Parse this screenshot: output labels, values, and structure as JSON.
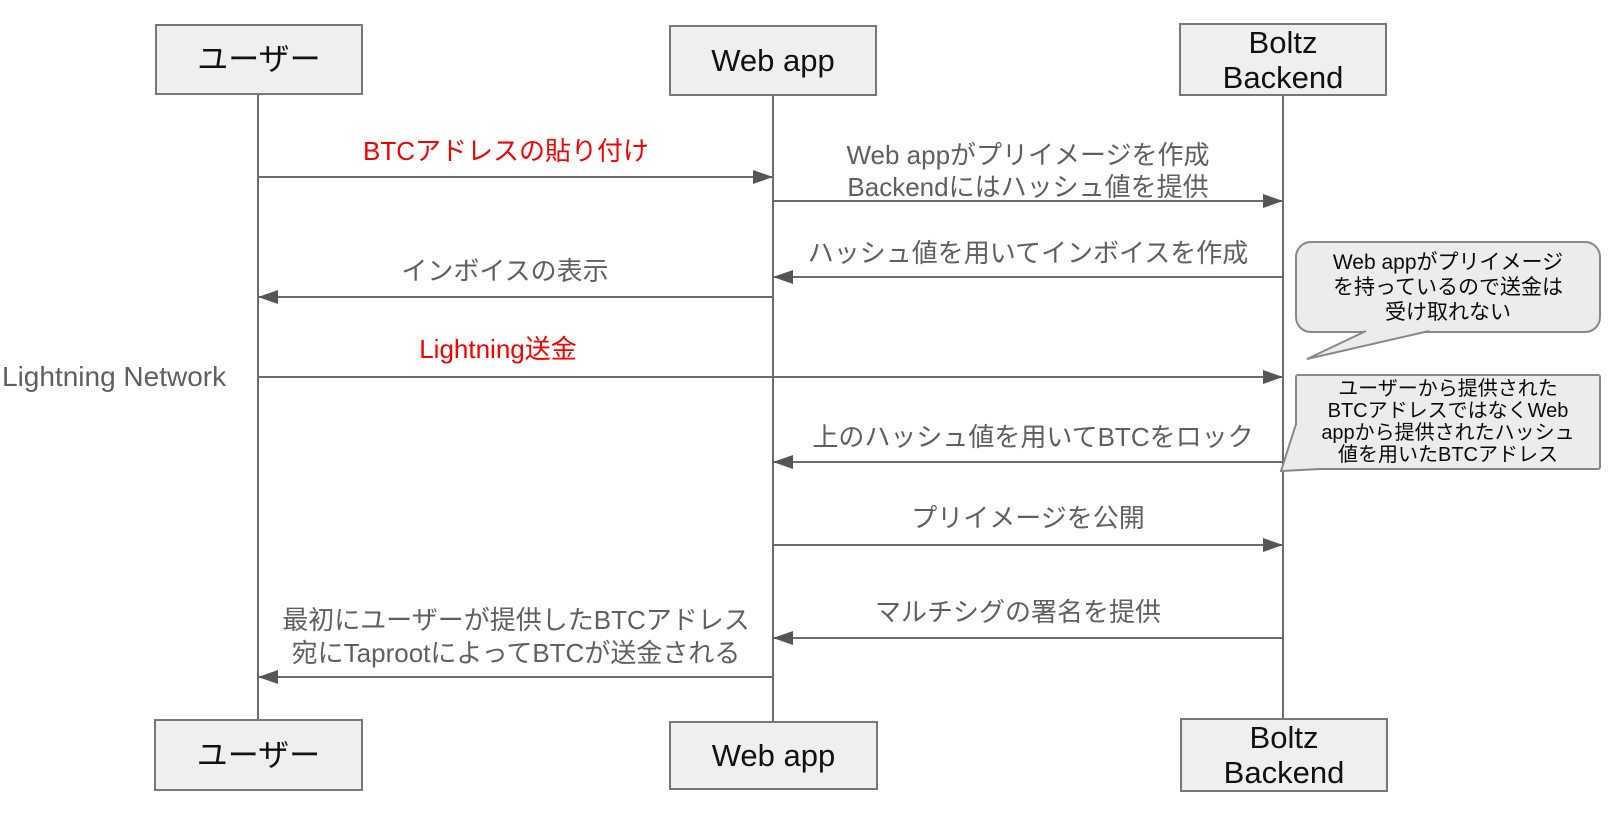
{
  "diagram": {
    "type": "sequence",
    "actors": [
      {
        "id": "user",
        "label": "ユーザー"
      },
      {
        "id": "webapp",
        "label": "Web app"
      },
      {
        "id": "backend",
        "label": "Boltz\nBackend"
      }
    ],
    "side_label": "Lightning Network",
    "messages": [
      {
        "label": "BTCアドレスの貼り付け",
        "from": "user",
        "to": "webapp",
        "color": "red"
      },
      {
        "label": "Web appがプリイメージを作成\nBackendにはハッシュ値を提供",
        "from": "webapp",
        "to": "backend",
        "color": "gray"
      },
      {
        "label": "ハッシュ値を用いてインボイスを作成",
        "from": "backend",
        "to": "webapp",
        "color": "gray"
      },
      {
        "label": "インボイスの表示",
        "from": "webapp",
        "to": "user",
        "color": "gray"
      },
      {
        "label": "Lightning送金",
        "from": "user",
        "to": "backend",
        "color": "red"
      },
      {
        "label": "上のハッシュ値を用いてBTCをロック",
        "from": "backend",
        "to": "webapp",
        "color": "gray"
      },
      {
        "label": "プリイメージを公開",
        "from": "webapp",
        "to": "backend",
        "color": "gray"
      },
      {
        "label": "マルチシグの署名を提供",
        "from": "backend",
        "to": "webapp",
        "color": "gray"
      },
      {
        "label": "最初にユーザーが提供したBTCアドレス\n宛にTaprootによってBTCが送金される",
        "from": "webapp",
        "to": "user",
        "color": "gray"
      }
    ],
    "callouts": [
      {
        "label": "Web appがプリイメージ\nを持っているので送金は\n受け取れない",
        "points_to": "backend"
      },
      {
        "label": "ユーザーから提供された\nBTCアドレスではなくWeb\nappから提供されたハッシュ\n値を用いたBTCアドレス",
        "points_to": "backend"
      }
    ],
    "colors": {
      "line": "#6b6b6b",
      "box_fill": "#efefef",
      "box_border": "#777777",
      "message_text": "#5f5f5f",
      "red_text": "#f00000",
      "callout_fill": "#ececec"
    }
  }
}
